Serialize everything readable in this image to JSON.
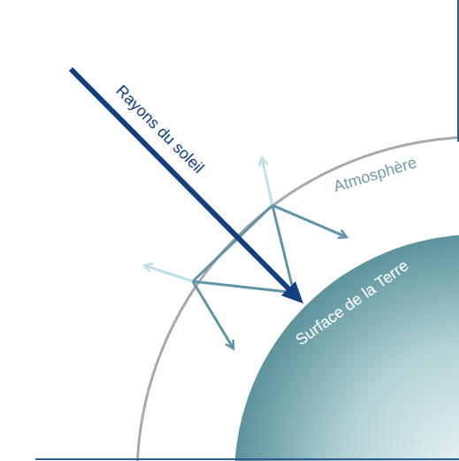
{
  "diagram": {
    "labels": [
      "Rayons du soleil",
      "Atmosphère",
      "Surface de la Terre"
    ]
  }
}
